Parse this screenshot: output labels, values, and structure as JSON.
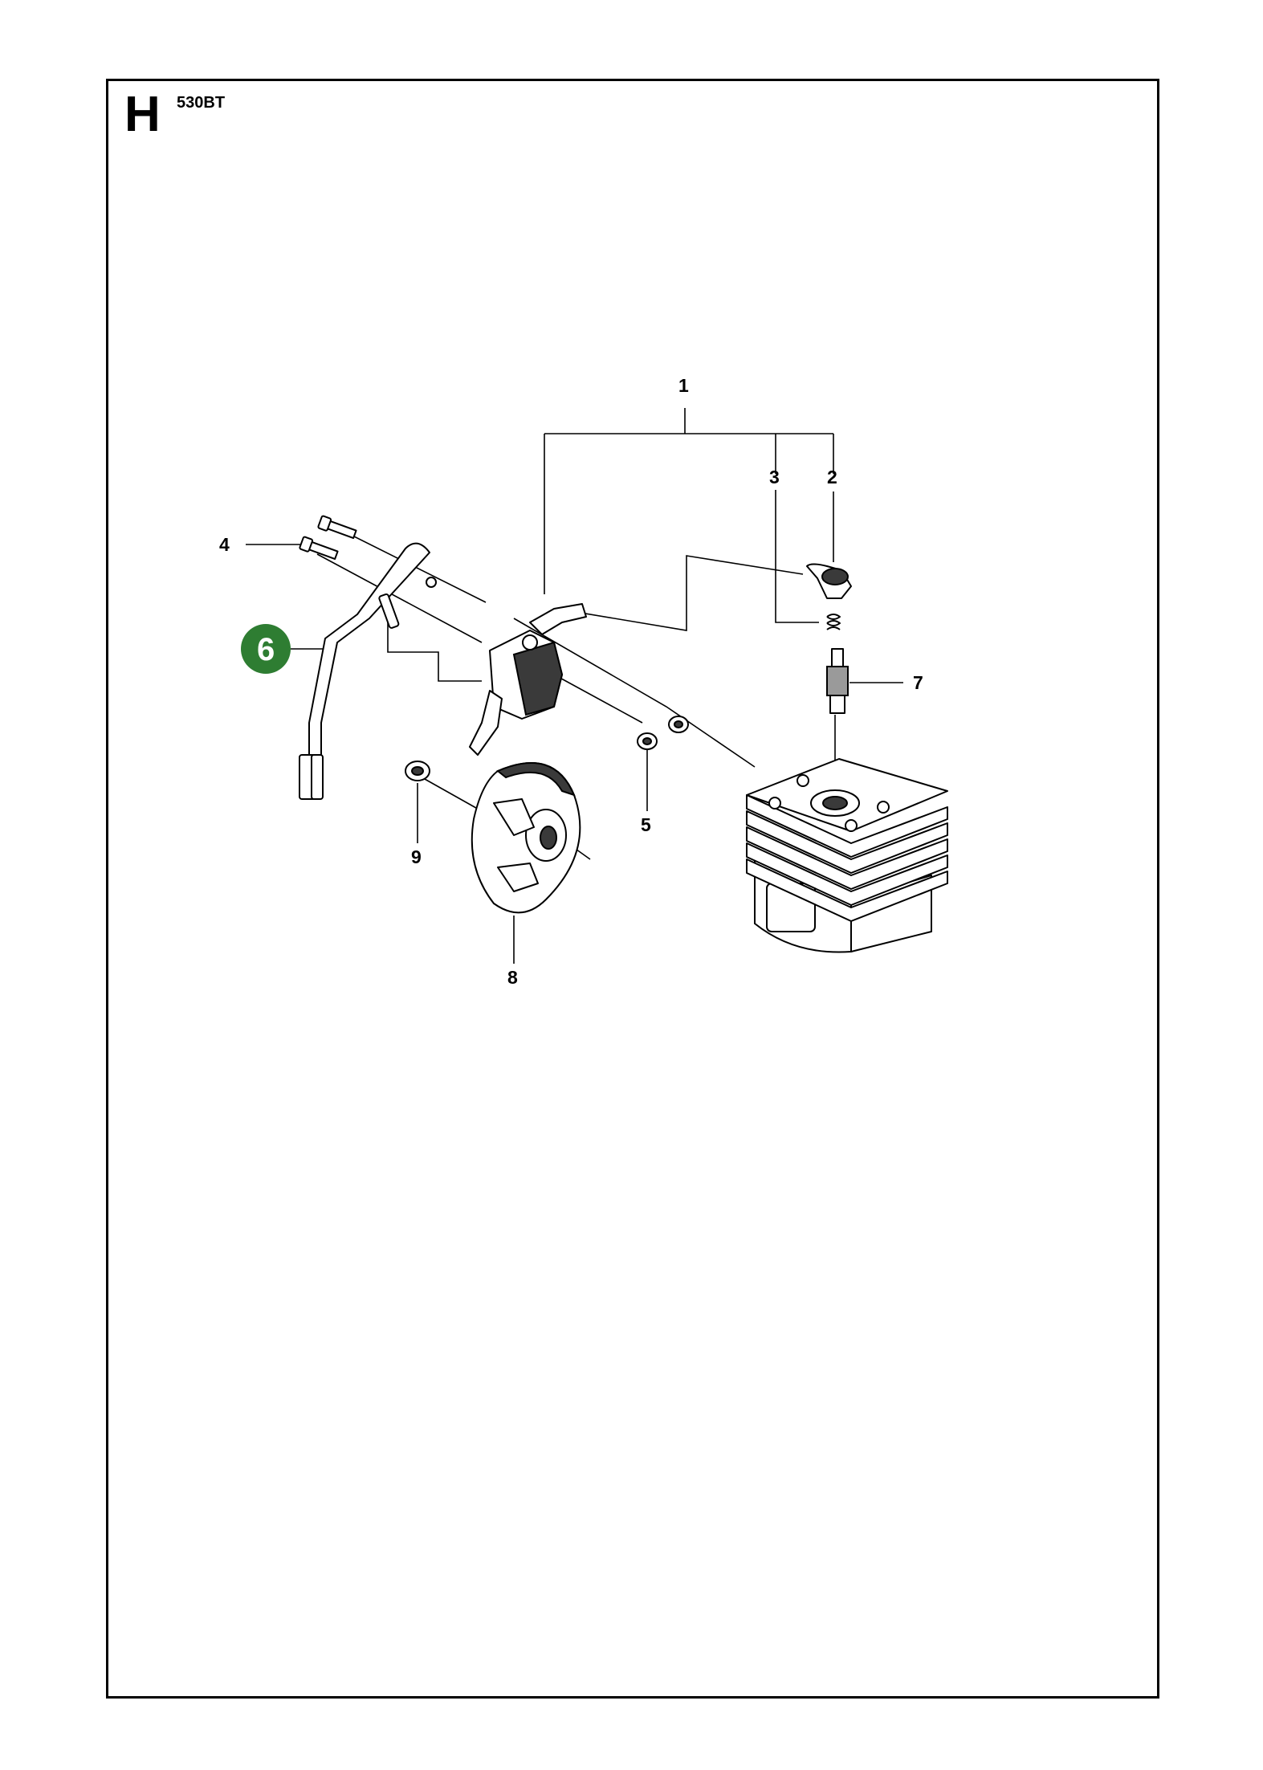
{
  "page": {
    "section_letter": "H",
    "model": "530BT"
  },
  "callouts": [
    {
      "id": "1",
      "label": "1"
    },
    {
      "id": "2",
      "label": "2"
    },
    {
      "id": "3",
      "label": "3"
    },
    {
      "id": "4",
      "label": "4"
    },
    {
      "id": "5",
      "label": "5"
    },
    {
      "id": "6",
      "label": "6",
      "highlighted": true
    },
    {
      "id": "7",
      "label": "7"
    },
    {
      "id": "8",
      "label": "8"
    },
    {
      "id": "9",
      "label": "9"
    }
  ],
  "colors": {
    "highlight": "#2e7d32",
    "line": "#000000",
    "background": "#ffffff"
  }
}
